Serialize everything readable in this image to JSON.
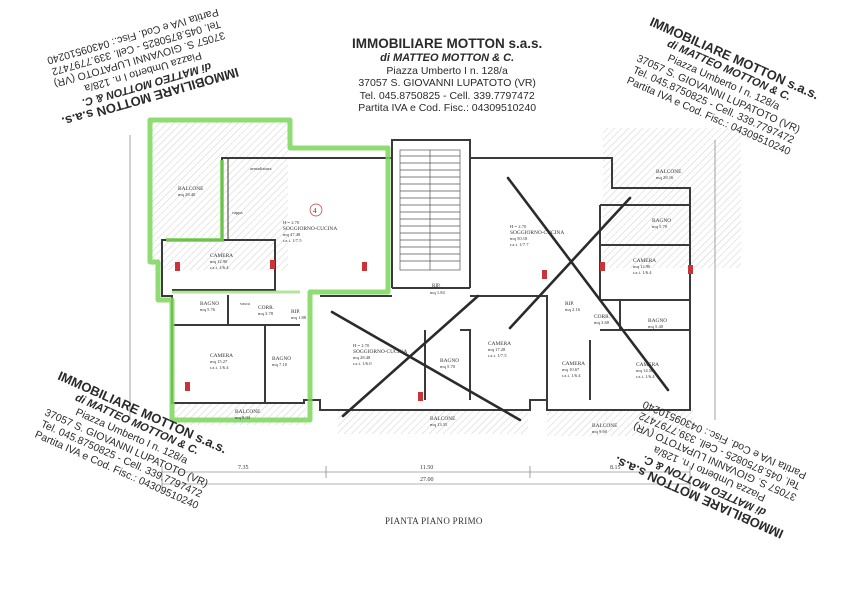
{
  "agency": {
    "name": "IMMOBILIARE MOTTON s.a.s.",
    "owner": "di MATTEO MOTTON & C.",
    "address": "Piazza Umberto I n. 128/a",
    "city": "37057 S. GIOVANNI LUPATOTO (VR)",
    "phones": "Tel. 045.8750825 - Cell. 339.7797472",
    "vat": "Partita IVA e Cod. Fisc.: 04309510240"
  },
  "plan": {
    "caption": "PIANTA PIANO PRIMO",
    "overall_dim": "27.00",
    "dims": [
      "7.35",
      "11.50",
      "8.15"
    ],
    "apartment_number": "4",
    "rooms": [
      {
        "name": "BALCONE",
        "area": "mq 28.40"
      },
      {
        "name": "SOGGIORNO-CUCINA",
        "area": "mq 47.48",
        "ratio": "r.a.i. 1/7.5",
        "height": "H = 2.70"
      },
      {
        "name": "CAMERA",
        "area": "mq 12.90",
        "ratio": "r.a.i. 1/6.4"
      },
      {
        "name": "BAGNO",
        "area": "mq 5.76"
      },
      {
        "name": "CORR.",
        "area": "mq 3.78"
      },
      {
        "name": "RIP.",
        "area": "mq 1.88"
      },
      {
        "name": "CAMERA",
        "area": "mq 15.27",
        "ratio": "r.a.i. 1/6.4"
      },
      {
        "name": "BAGNO",
        "area": "mq 7.10"
      },
      {
        "name": "BALCONE",
        "area": "mq 8.04"
      },
      {
        "name": "SOGGIORNO-CUCINA",
        "area": "mq 28.48",
        "ratio": "r.a.i. 1/6.0",
        "height": "H = 2.70"
      },
      {
        "name": "BAGNO",
        "area": "mq 5.70"
      },
      {
        "name": "CAMERA",
        "area": "mq 17.28",
        "ratio": "r.a.i. 1/7.5"
      },
      {
        "name": "BALCONE",
        "area": "mq 13.35"
      },
      {
        "name": "SOGGIORNO-CUCINA",
        "area": "mq 50.18",
        "ratio": "r.a.i. 1/7.7",
        "height": "H = 2.70"
      },
      {
        "name": "BALCONE",
        "area": "mq 28.16"
      },
      {
        "name": "BAGNO",
        "area": "mq 5.70"
      },
      {
        "name": "CAMERA",
        "area": "mq 12.90",
        "ratio": "r.a.i. 1/6.4"
      },
      {
        "name": "RIP.",
        "area": "mq 2.16"
      },
      {
        "name": "CORR.",
        "area": "mq 3.68"
      },
      {
        "name": "BAGNO",
        "area": "mq 5.40"
      },
      {
        "name": "CAMERA",
        "area": "mq 10.67",
        "ratio": "r.a.i. 1/6.4"
      },
      {
        "name": "CAMERA",
        "area": "mq 14.56",
        "ratio": "r.a.i. 1/6.4"
      },
      {
        "name": "BALCONE",
        "area": "mq 9.60"
      }
    ],
    "small_labels": [
      "armadiatura",
      "cappa",
      "vasca",
      "RIP.",
      "mq 1.84"
    ]
  },
  "colors": {
    "highlight": "#7bd65a",
    "ink": "#3a3a3a",
    "cross": "#2b2b2b",
    "hatch": "#9a9a9a"
  }
}
